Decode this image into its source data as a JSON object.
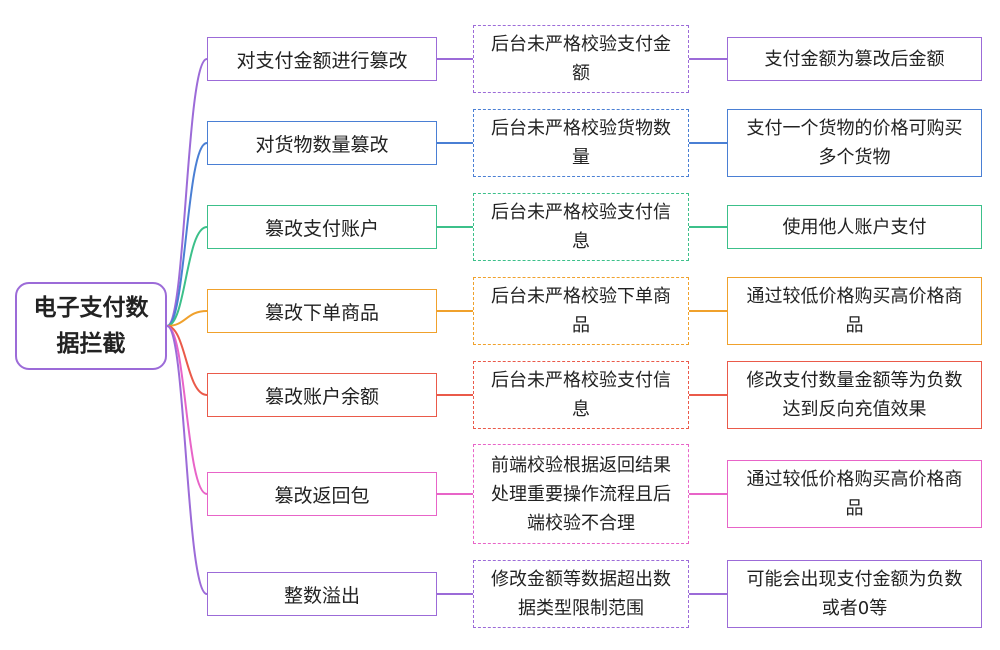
{
  "root": {
    "label": "电子支付数据拦截",
    "color": "#9c6bd8"
  },
  "branches": [
    {
      "color": "#9c6bd8",
      "attack": "对支付金额进行篡改",
      "cause": "后台未严格校验支付金额",
      "effect": "支付金额为篡改后金额"
    },
    {
      "color": "#4a7fd4",
      "attack": "对货物数量篡改",
      "cause": "后台未严格校验货物数量",
      "effect": "支付一个货物的价格可购买多个货物"
    },
    {
      "color": "#3cc08a",
      "attack": "篡改支付账户",
      "cause": "后台未严格校验支付信息",
      "effect": "使用他人账户支付"
    },
    {
      "color": "#f0a12c",
      "attack": "篡改下单商品",
      "cause": "后台未严格校验下单商品",
      "effect": "通过较低价格购买高价格商品"
    },
    {
      "color": "#ea5a4a",
      "attack": "篡改账户余额",
      "cause": "后台未严格校验支付信息",
      "effect": "修改支付数量金额等为负数达到反向充值效果"
    },
    {
      "color": "#e864c8",
      "attack": "篡改返回包",
      "cause": "前端校验根据返回结果处理重要操作流程且后端校验不合理",
      "effect": "通过较低价格购买高价格商品"
    },
    {
      "color": "#9c6bd8",
      "attack": "整数溢出",
      "cause": "修改金额等数据超出数据类型限制范围",
      "effect": "可能会出现支付金额为负数或者0等"
    }
  ]
}
